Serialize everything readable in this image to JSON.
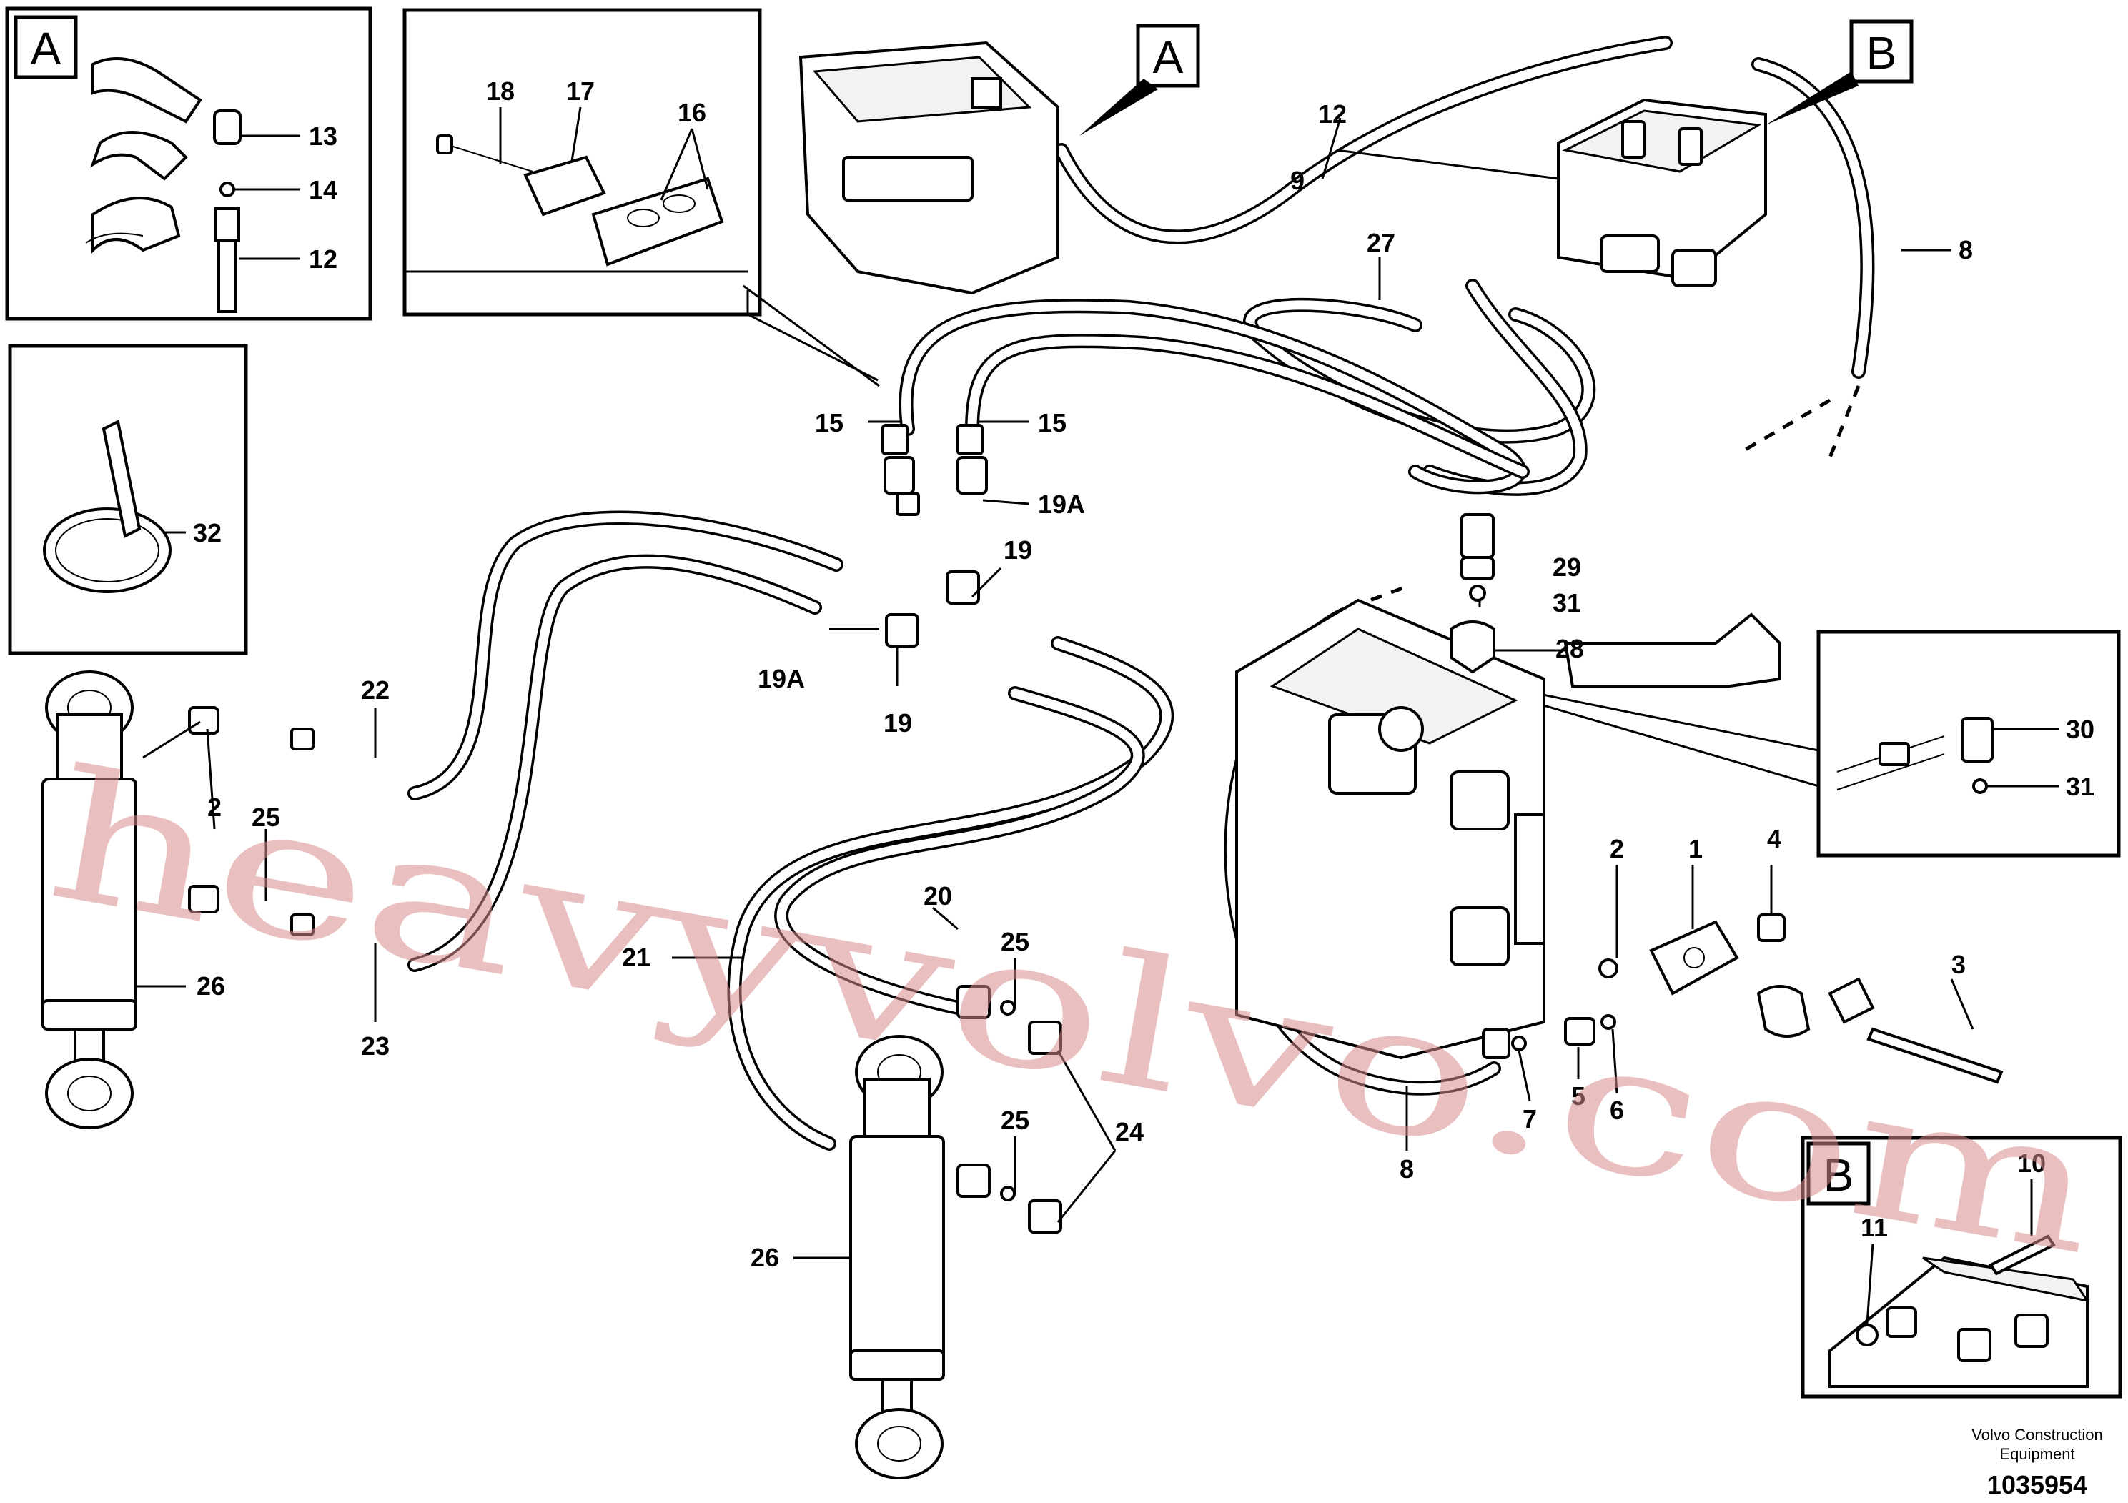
{
  "callouts": {
    "n1": "1",
    "n2a": "2",
    "n2b": "2",
    "n3": "3",
    "n4": "4",
    "n5": "5",
    "n6": "6",
    "n7": "7",
    "n8a": "8",
    "n8b": "8",
    "n9": "9",
    "n10": "10",
    "n11": "11",
    "n12a": "12",
    "n12b": "12",
    "n13": "13",
    "n14": "14",
    "n15a": "15",
    "n15b": "15",
    "n16": "16",
    "n17": "17",
    "n18": "18",
    "n19a": "19",
    "n19b": "19",
    "n19Aa": "19A",
    "n19Ab": "19A",
    "n20": "20",
    "n21": "21",
    "n22": "22",
    "n23": "23",
    "n24": "24",
    "n25a": "25",
    "n25b": "25",
    "n25c": "25",
    "n26a": "26",
    "n26b": "26",
    "n27": "27",
    "n28": "28",
    "n29": "29",
    "n30": "30",
    "n31a": "31",
    "n31b": "31",
    "n32": "32"
  },
  "detail_labels": {
    "a_inset": "A",
    "a_main": "A",
    "b_main": "B",
    "b_inset": "B"
  },
  "watermark": "heavyvolvo.com",
  "credit": {
    "line1": "Volvo Construction",
    "line2": "Equipment",
    "doc_number": "1035954"
  }
}
